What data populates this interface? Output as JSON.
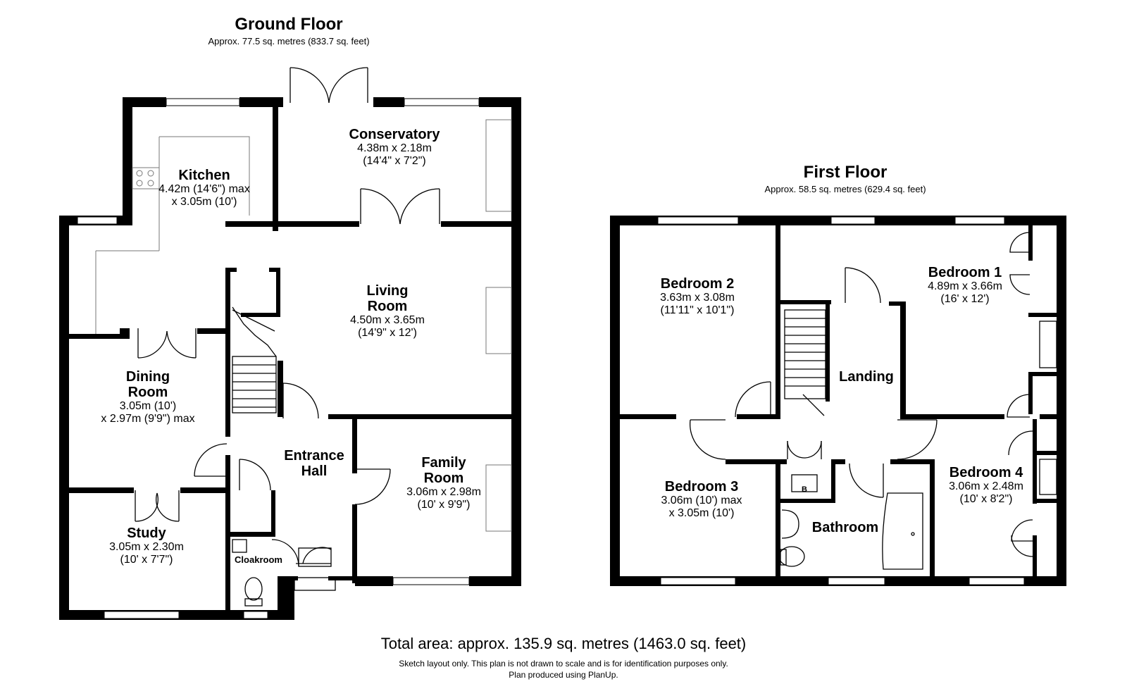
{
  "ground_floor": {
    "title": "Ground Floor",
    "area": "Approx. 77.5 sq. metres (833.7 sq. feet)",
    "rooms": {
      "conservatory": {
        "name": "Conservatory",
        "dim1": "4.38m x 2.18m",
        "dim2": "(14'4\" x 7'2\")"
      },
      "kitchen": {
        "name": "Kitchen",
        "dim1": "4.42m (14'6\") max",
        "dim2": "x 3.05m (10')"
      },
      "living_room": {
        "name_line1": "Living",
        "name_line2": "Room",
        "dim1": "4.50m x 3.65m",
        "dim2": "(14'9\" x 12')"
      },
      "dining_room": {
        "name_line1": "Dining",
        "name_line2": "Room",
        "dim1": "3.05m (10')",
        "dim2": "x 2.97m (9'9\") max"
      },
      "entrance_hall": {
        "name_line1": "Entrance",
        "name_line2": "Hall"
      },
      "family_room": {
        "name_line1": "Family",
        "name_line2": "Room",
        "dim1": "3.06m x 2.98m",
        "dim2": "(10' x 9'9\")"
      },
      "study": {
        "name": "Study",
        "dim1": "3.05m x 2.30m",
        "dim2": "(10' x 7'7\")"
      },
      "cloakroom": {
        "name": "Cloakroom"
      }
    }
  },
  "first_floor": {
    "title": "First Floor",
    "area": "Approx. 58.5 sq. metres (629.4 sq. feet)",
    "rooms": {
      "bedroom_2": {
        "name": "Bedroom 2",
        "dim1": "3.63m x 3.08m",
        "dim2": "(11'11\" x 10'1\")"
      },
      "bedroom_1": {
        "name": "Bedroom 1",
        "dim1": "4.89m x 3.66m",
        "dim2": "(16' x 12')"
      },
      "landing": {
        "name": "Landing"
      },
      "bedroom_3": {
        "name": "Bedroom 3",
        "dim1": "3.06m (10') max",
        "dim2": "x 3.05m (10')"
      },
      "bathroom": {
        "name": "Bathroom",
        "boiler": "B"
      },
      "bedroom_4": {
        "name": "Bedroom 4",
        "dim1": "3.06m x 2.48m",
        "dim2": "(10' x 8'2\")"
      }
    }
  },
  "footer": {
    "total": "Total area: approx. 135.9 sq. metres (1463.0 sq. feet)",
    "disclaimer_line1": "Sketch layout only. This plan is not drawn to scale and is for identification purposes only.",
    "disclaimer_line2": "Plan produced using PlanUp."
  }
}
